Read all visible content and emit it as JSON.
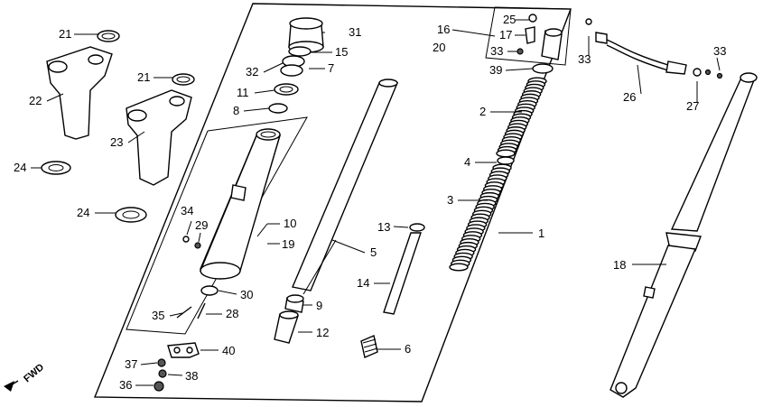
{
  "diagram": {
    "labels": [
      {
        "id": "l21a",
        "text": "21"
      },
      {
        "id": "l22",
        "text": "22"
      },
      {
        "id": "l21b",
        "text": "21"
      },
      {
        "id": "l23",
        "text": "23"
      },
      {
        "id": "l24a",
        "text": "24"
      },
      {
        "id": "l24b",
        "text": "24"
      },
      {
        "id": "l31",
        "text": "31"
      },
      {
        "id": "l15",
        "text": "15"
      },
      {
        "id": "l32",
        "text": "32"
      },
      {
        "id": "l7",
        "text": "7"
      },
      {
        "id": "l11",
        "text": "11"
      },
      {
        "id": "l8",
        "text": "8"
      },
      {
        "id": "l10",
        "text": "10"
      },
      {
        "id": "l19",
        "text": "19"
      },
      {
        "id": "l34",
        "text": "34"
      },
      {
        "id": "l29",
        "text": "29"
      },
      {
        "id": "l30",
        "text": "30"
      },
      {
        "id": "l35",
        "text": "35"
      },
      {
        "id": "l28",
        "text": "28"
      },
      {
        "id": "l37",
        "text": "37"
      },
      {
        "id": "l40",
        "text": "40"
      },
      {
        "id": "l38",
        "text": "38"
      },
      {
        "id": "l36",
        "text": "36"
      },
      {
        "id": "l5",
        "text": "5"
      },
      {
        "id": "l13",
        "text": "13"
      },
      {
        "id": "l14",
        "text": "14"
      },
      {
        "id": "l9",
        "text": "9"
      },
      {
        "id": "l12",
        "text": "12"
      },
      {
        "id": "l6",
        "text": "6"
      },
      {
        "id": "l16",
        "text": "16"
      },
      {
        "id": "l20",
        "text": "20"
      },
      {
        "id": "l25",
        "text": "25"
      },
      {
        "id": "l17",
        "text": "17"
      },
      {
        "id": "l33a",
        "text": "33"
      },
      {
        "id": "l39",
        "text": "39"
      },
      {
        "id": "l2",
        "text": "2"
      },
      {
        "id": "l4",
        "text": "4"
      },
      {
        "id": "l3",
        "text": "3"
      },
      {
        "id": "l1",
        "text": "1"
      },
      {
        "id": "l33b",
        "text": "33"
      },
      {
        "id": "l26",
        "text": "26"
      },
      {
        "id": "l33c",
        "text": "33"
      },
      {
        "id": "l27",
        "text": "27"
      },
      {
        "id": "l18",
        "text": "18"
      }
    ],
    "direction_label": "FWD"
  }
}
